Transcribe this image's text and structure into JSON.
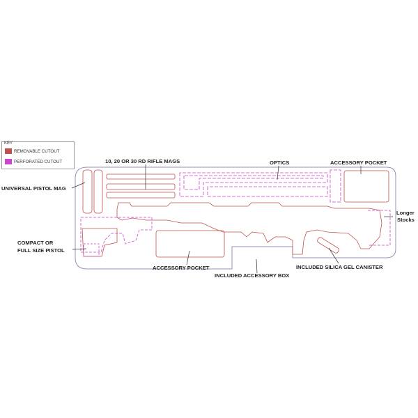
{
  "key": {
    "title": "KEY",
    "items": [
      {
        "label": "REMOVABLE CUTOUT",
        "color": "#c0504d"
      },
      {
        "label": "PERFORATED CUTOUT",
        "color": "#cc44cc"
      }
    ]
  },
  "labels": {
    "rifle_mags": "10, 20 OR 30 RD RIFLE MAGS",
    "optics": "OPTICS",
    "accessory_pocket_top": "ACCESSORY POCKET",
    "universal_pistol_mag": "UNIVERSAL PISTOL MAG",
    "longer": "Longer",
    "stocks": "Stocks",
    "compact_line1": "COMPACT OR",
    "compact_line2": "FULL SIZE PISTOL",
    "accessory_pocket_bottom": "ACCESSORY POCKET",
    "silica_gel": "INCLUDED SILICA GEL CANISTER",
    "accessory_box": "INCLUDED ACCESSORY BOX"
  },
  "colors": {
    "outline": "#9a8fb5",
    "removable": "#c0504d",
    "perforated": "#cc44cc",
    "leader": "#333333"
  }
}
